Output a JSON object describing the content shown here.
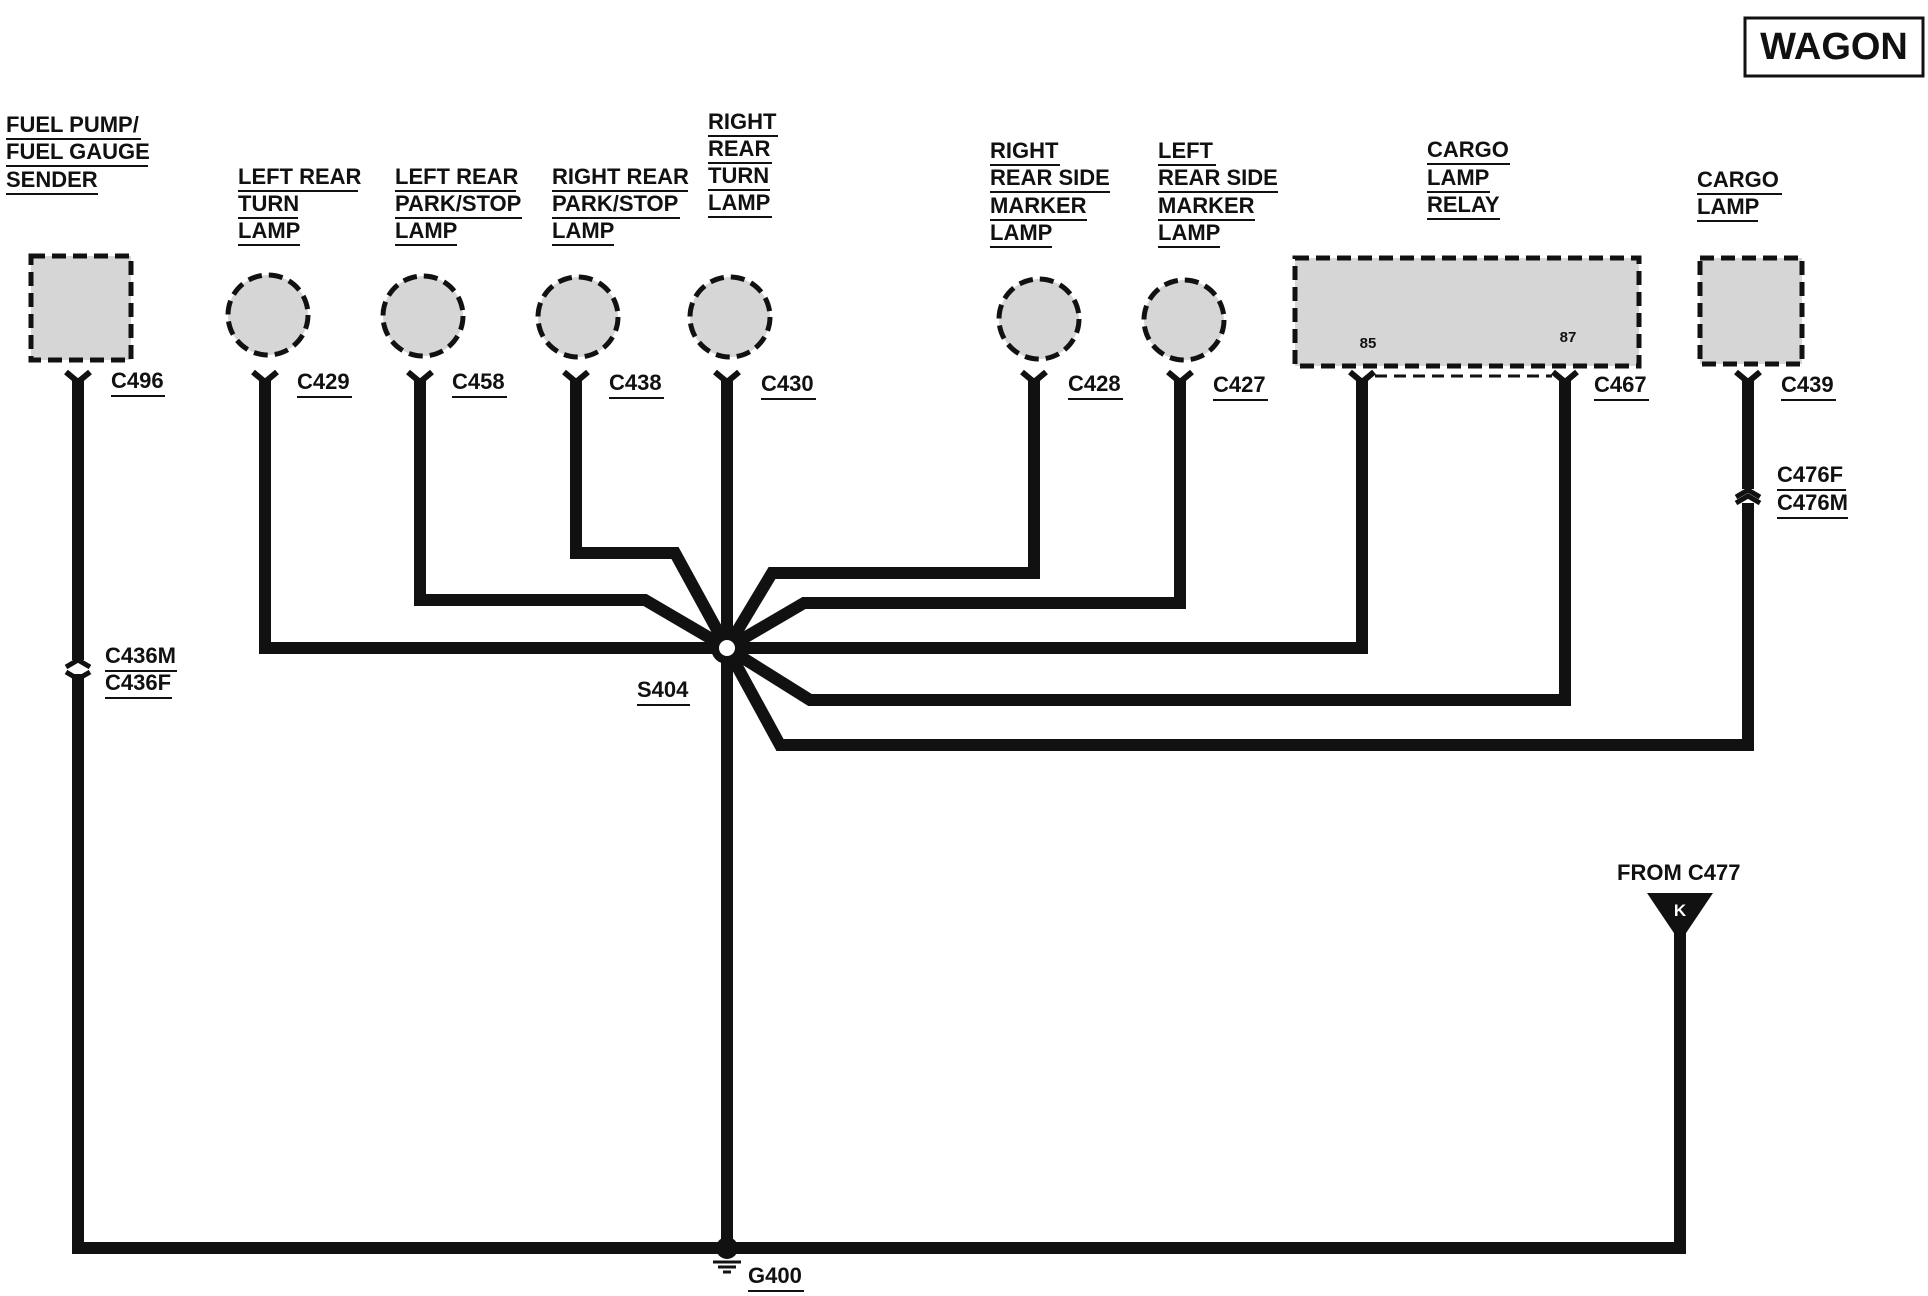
{
  "badge": "WAGON",
  "components": {
    "fuel_pump": [
      "FUEL PUMP/",
      "FUEL GAUGE",
      "SENDER"
    ],
    "left_rear_turn": [
      "LEFT REAR",
      "TURN",
      "LAMP"
    ],
    "left_rear_park": [
      "LEFT REAR",
      "PARK/STOP",
      "LAMP"
    ],
    "right_rear_park": [
      "RIGHT REAR",
      "PARK/STOP",
      "LAMP"
    ],
    "right_rear_turn": [
      "RIGHT",
      "REAR",
      "TURN",
      "LAMP"
    ],
    "right_rear_side_marker": [
      "RIGHT",
      "REAR SIDE",
      "MARKER",
      "LAMP"
    ],
    "left_rear_side_marker": [
      "LEFT",
      "REAR SIDE",
      "MARKER",
      "LAMP"
    ],
    "cargo_lamp_relay": [
      "CARGO",
      "LAMP",
      "RELAY"
    ],
    "cargo_lamp": [
      "CARGO",
      "LAMP"
    ]
  },
  "connectors": {
    "c496": "C496",
    "c429": "C429",
    "c458": "C458",
    "c438": "C438",
    "c430": "C430",
    "c428": "C428",
    "c427": "C427",
    "c467": "C467",
    "c439": "C439",
    "c476f": "C476F",
    "c476m": "C476M",
    "c436m": "C436M",
    "c436f": "C436F"
  },
  "relay_pins": {
    "pin85": "85",
    "pin87": "87"
  },
  "splice": "S404",
  "ground": "G400",
  "from_label": "FROM C477",
  "from_marker": "K"
}
